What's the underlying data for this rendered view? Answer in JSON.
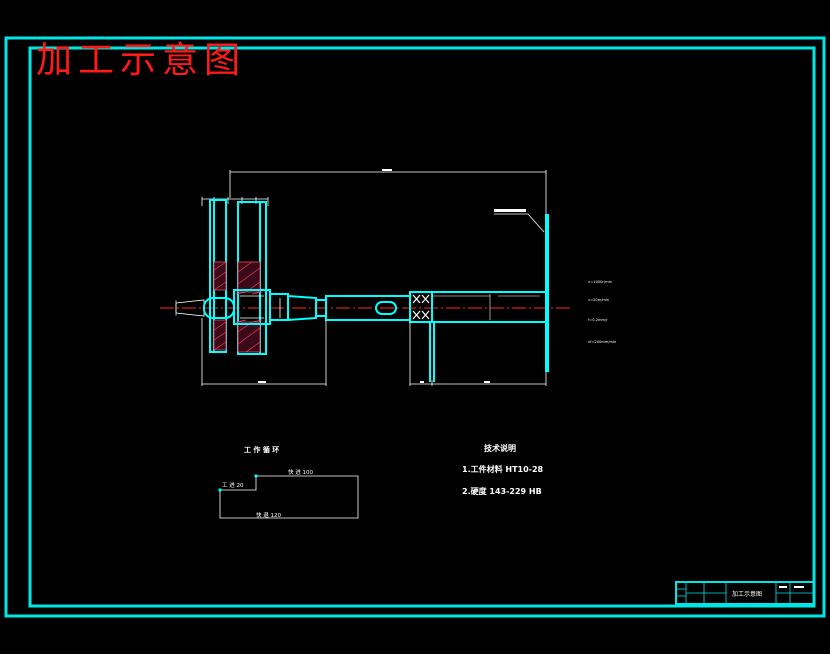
{
  "title": "加工示意图",
  "colors": {
    "background": "#000000",
    "frame": "#00e5e5",
    "part": "#00ffff",
    "dimension": "#ffffff",
    "centerline": "#ff2a2a",
    "title_red": "#ff1a1a",
    "hatch": "#ff4060"
  },
  "drawing": {
    "cutting_params": [
      "n=1000r/min",
      "v=20m/min",
      "f=0.2mm/r",
      "vf=200mm/min"
    ]
  },
  "work_cycle": {
    "heading": "工 作 循 环",
    "fast_forward": "快 进 100",
    "work_feed": "工 进 20",
    "fast_return": "快 退 120"
  },
  "tech_notes": {
    "heading": "技术说明",
    "items": [
      "1.工件材料 HT10-28",
      "2.硬度 143-229 HB"
    ]
  },
  "title_block": {
    "name": "加工示意图"
  }
}
